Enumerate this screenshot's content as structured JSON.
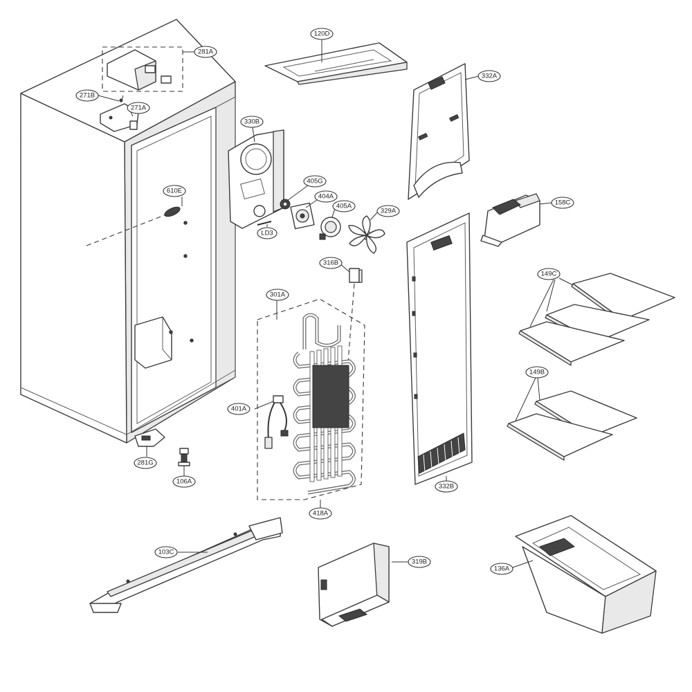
{
  "diagram": {
    "callouts": [
      {
        "id": "c-281A",
        "text": "281A"
      },
      {
        "id": "c-271B",
        "text": "271B"
      },
      {
        "id": "c-271A",
        "text": "271A"
      },
      {
        "id": "c-120D",
        "text": "120D"
      },
      {
        "id": "c-332A",
        "text": "332A"
      },
      {
        "id": "c-330B",
        "text": "330B"
      },
      {
        "id": "c-610E",
        "text": "610E"
      },
      {
        "id": "c-405G",
        "text": "405G"
      },
      {
        "id": "c-404A",
        "text": "404A"
      },
      {
        "id": "c-405A",
        "text": "405A"
      },
      {
        "id": "c-329A",
        "text": "329A"
      },
      {
        "id": "c-LD3",
        "text": "LD3"
      },
      {
        "id": "c-158C",
        "text": "158C"
      },
      {
        "id": "c-316B",
        "text": "316B"
      },
      {
        "id": "c-301A",
        "text": "301A"
      },
      {
        "id": "c-149C",
        "text": "149C"
      },
      {
        "id": "c-149B",
        "text": "149B"
      },
      {
        "id": "c-401A",
        "text": "401A"
      },
      {
        "id": "c-281G",
        "text": "281G"
      },
      {
        "id": "c-106A",
        "text": "106A"
      },
      {
        "id": "c-332B",
        "text": "332B"
      },
      {
        "id": "c-418A",
        "text": "418A"
      },
      {
        "id": "c-103C",
        "text": "103C"
      },
      {
        "id": "c-319B",
        "text": "319B"
      },
      {
        "id": "c-136A",
        "text": "136A"
      }
    ]
  }
}
